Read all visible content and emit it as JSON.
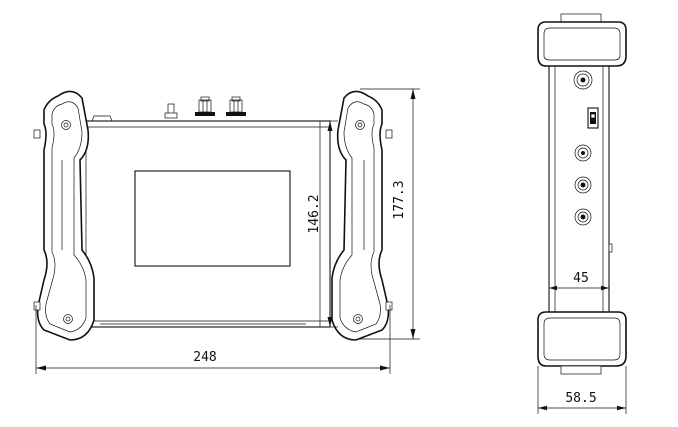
{
  "drawing": {
    "front_view": {
      "width_label": "248",
      "body_height_label": "146.2",
      "overall_height_label": "177.3"
    },
    "side_view": {
      "body_depth_label": "45",
      "overall_depth_label": "58.5"
    }
  }
}
